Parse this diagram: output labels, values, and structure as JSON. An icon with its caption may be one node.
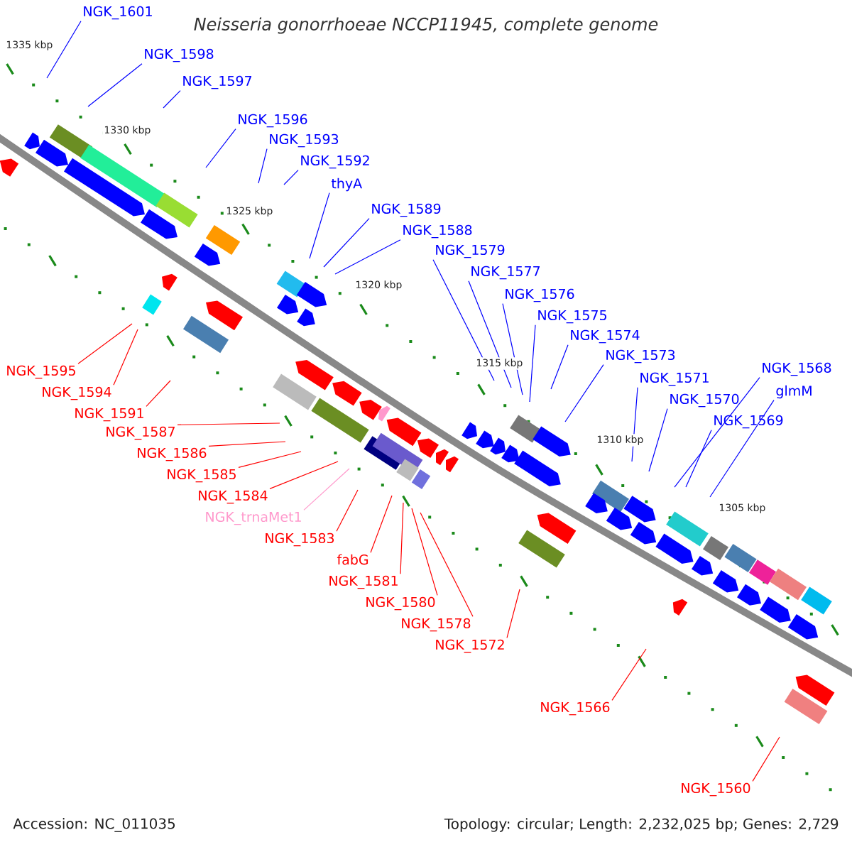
{
  "diagram": {
    "title": "Neisseria gonorrhoeae NCCP11945, complete genome",
    "nodes": [
      {
        "text": [
          "NGK_1601"
        ]
      },
      {
        "text": [
          "NGK_1598"
        ]
      },
      {
        "text": [
          "NGK_1597"
        ]
      },
      {
        "text": [
          "NGK_1596"
        ]
      },
      {
        "text": [
          "NGK_1593"
        ]
      },
      {
        "text": [
          "NGK_1592"
        ]
      },
      {
        "text": [
          "thyA"
        ]
      },
      {
        "text": [
          "NGK_1589"
        ]
      },
      {
        "text": [
          "NGK_1588"
        ]
      },
      {
        "text": [
          "NGK_1579"
        ]
      },
      {
        "text": [
          "NGK_1577"
        ]
      },
      {
        "text": [
          "NGK_1576"
        ]
      },
      {
        "text": [
          "NGK_1575"
        ]
      },
      {
        "text": [
          "NGK_1574"
        ]
      },
      {
        "text": [
          "NGK_1573"
        ]
      },
      {
        "text": [
          "NGK_1571"
        ]
      },
      {
        "text": [
          "NGK_1570"
        ]
      },
      {
        "text": [
          "NGK_1568"
        ]
      },
      {
        "text": [
          "glmM"
        ]
      },
      {
        "text": [
          "NGK_1569"
        ]
      },
      {
        "text": [
          "NGK_1595"
        ]
      },
      {
        "text": [
          "NGK_1594"
        ]
      },
      {
        "text": [
          "NGK_1591"
        ]
      },
      {
        "text": [
          "NGK_1587"
        ]
      },
      {
        "text": [
          "NGK_1586"
        ]
      },
      {
        "text": [
          "NGK_1585"
        ]
      },
      {
        "text": [
          "NGK_1584"
        ]
      },
      {
        "text": [
          "NGK_trnaMet1"
        ]
      },
      {
        "text": [
          "NGK_1583"
        ]
      },
      {
        "text": [
          "fabG"
        ]
      },
      {
        "text": [
          "NGK_1581"
        ]
      },
      {
        "text": [
          "NGK_1580"
        ]
      },
      {
        "text": [
          "NGK_1578"
        ]
      },
      {
        "text": [
          "NGK_1572"
        ]
      },
      {
        "text": [
          "NGK_1566"
        ]
      },
      {
        "text": [
          "NGK_1560"
        ]
      }
    ],
    "edges": [
      {
        "from": 0,
        "to": null,
        "arrow": "none"
      },
      {
        "from": 1,
        "to": null,
        "arrow": "none"
      },
      {
        "from": 2,
        "to": null,
        "arrow": "none"
      },
      {
        "from": 3,
        "to": null,
        "arrow": "none"
      },
      {
        "from": 4,
        "to": null,
        "arrow": "none"
      },
      {
        "from": 5,
        "to": null,
        "arrow": "none"
      },
      {
        "from": 6,
        "to": null,
        "arrow": "none"
      },
      {
        "from": 7,
        "to": null,
        "arrow": "none"
      },
      {
        "from": 8,
        "to": null,
        "arrow": "none"
      },
      {
        "from": 9,
        "to": null,
        "arrow": "none"
      },
      {
        "from": 10,
        "to": null,
        "arrow": "none"
      },
      {
        "from": 11,
        "to": null,
        "arrow": "none"
      },
      {
        "from": 12,
        "to": null,
        "arrow": "none"
      },
      {
        "from": 13,
        "to": null,
        "arrow": "none"
      },
      {
        "from": 14,
        "to": null,
        "arrow": "none"
      },
      {
        "from": 15,
        "to": null,
        "arrow": "none"
      },
      {
        "from": 16,
        "to": null,
        "arrow": "none"
      },
      {
        "from": 17,
        "to": null,
        "arrow": "none"
      },
      {
        "from": 18,
        "to": null,
        "arrow": "none"
      },
      {
        "from": 19,
        "to": null,
        "arrow": "none"
      },
      {
        "from": 20,
        "to": null,
        "arrow": "none",
        "color": "#ff0000"
      },
      {
        "from": 21,
        "to": null,
        "arrow": "none",
        "color": "#ff0000"
      },
      {
        "from": 22,
        "to": null,
        "arrow": "none",
        "color": "#ff0000"
      },
      {
        "from": 23,
        "to": null,
        "arrow": "none",
        "color": "#ff0000"
      },
      {
        "from": 24,
        "to": null,
        "arrow": "none",
        "color": "#ff0000"
      },
      {
        "from": 25,
        "to": null,
        "arrow": "none",
        "color": "#ff0000"
      },
      {
        "from": 26,
        "to": null,
        "arrow": "none",
        "color": "#ff0000"
      },
      {
        "from": 27,
        "to": null,
        "arrow": "none",
        "color": "#ff99cc"
      },
      {
        "from": 28,
        "to": null,
        "arrow": "none",
        "color": "#ff0000"
      },
      {
        "from": 29,
        "to": null,
        "arrow": "none",
        "color": "#ff0000"
      },
      {
        "from": 30,
        "to": null,
        "arrow": "none",
        "color": "#ff0000"
      },
      {
        "from": 31,
        "to": null,
        "arrow": "none",
        "color": "#ff0000"
      },
      {
        "from": 32,
        "to": null,
        "arrow": "none",
        "color": "#ff0000"
      },
      {
        "from": 33,
        "to": null,
        "arrow": "none",
        "color": "#ff0000"
      },
      {
        "from": 34,
        "to": null,
        "arrow": "none",
        "color": "#ff0000"
      },
      {
        "from": 35,
        "to": null,
        "arrow": "none",
        "color": "#ff0000"
      }
    ],
    "labels": [
      "1335 kbp",
      "1330 kbp",
      "1325 kbp",
      "1320 kbp",
      "1315 kbp",
      "1310 kbp",
      "1305 kbp",
      "Accession: NC_011035",
      "Topology: circular; Length: 2,232,025 bp; Genes: 2,729"
    ]
  }
}
